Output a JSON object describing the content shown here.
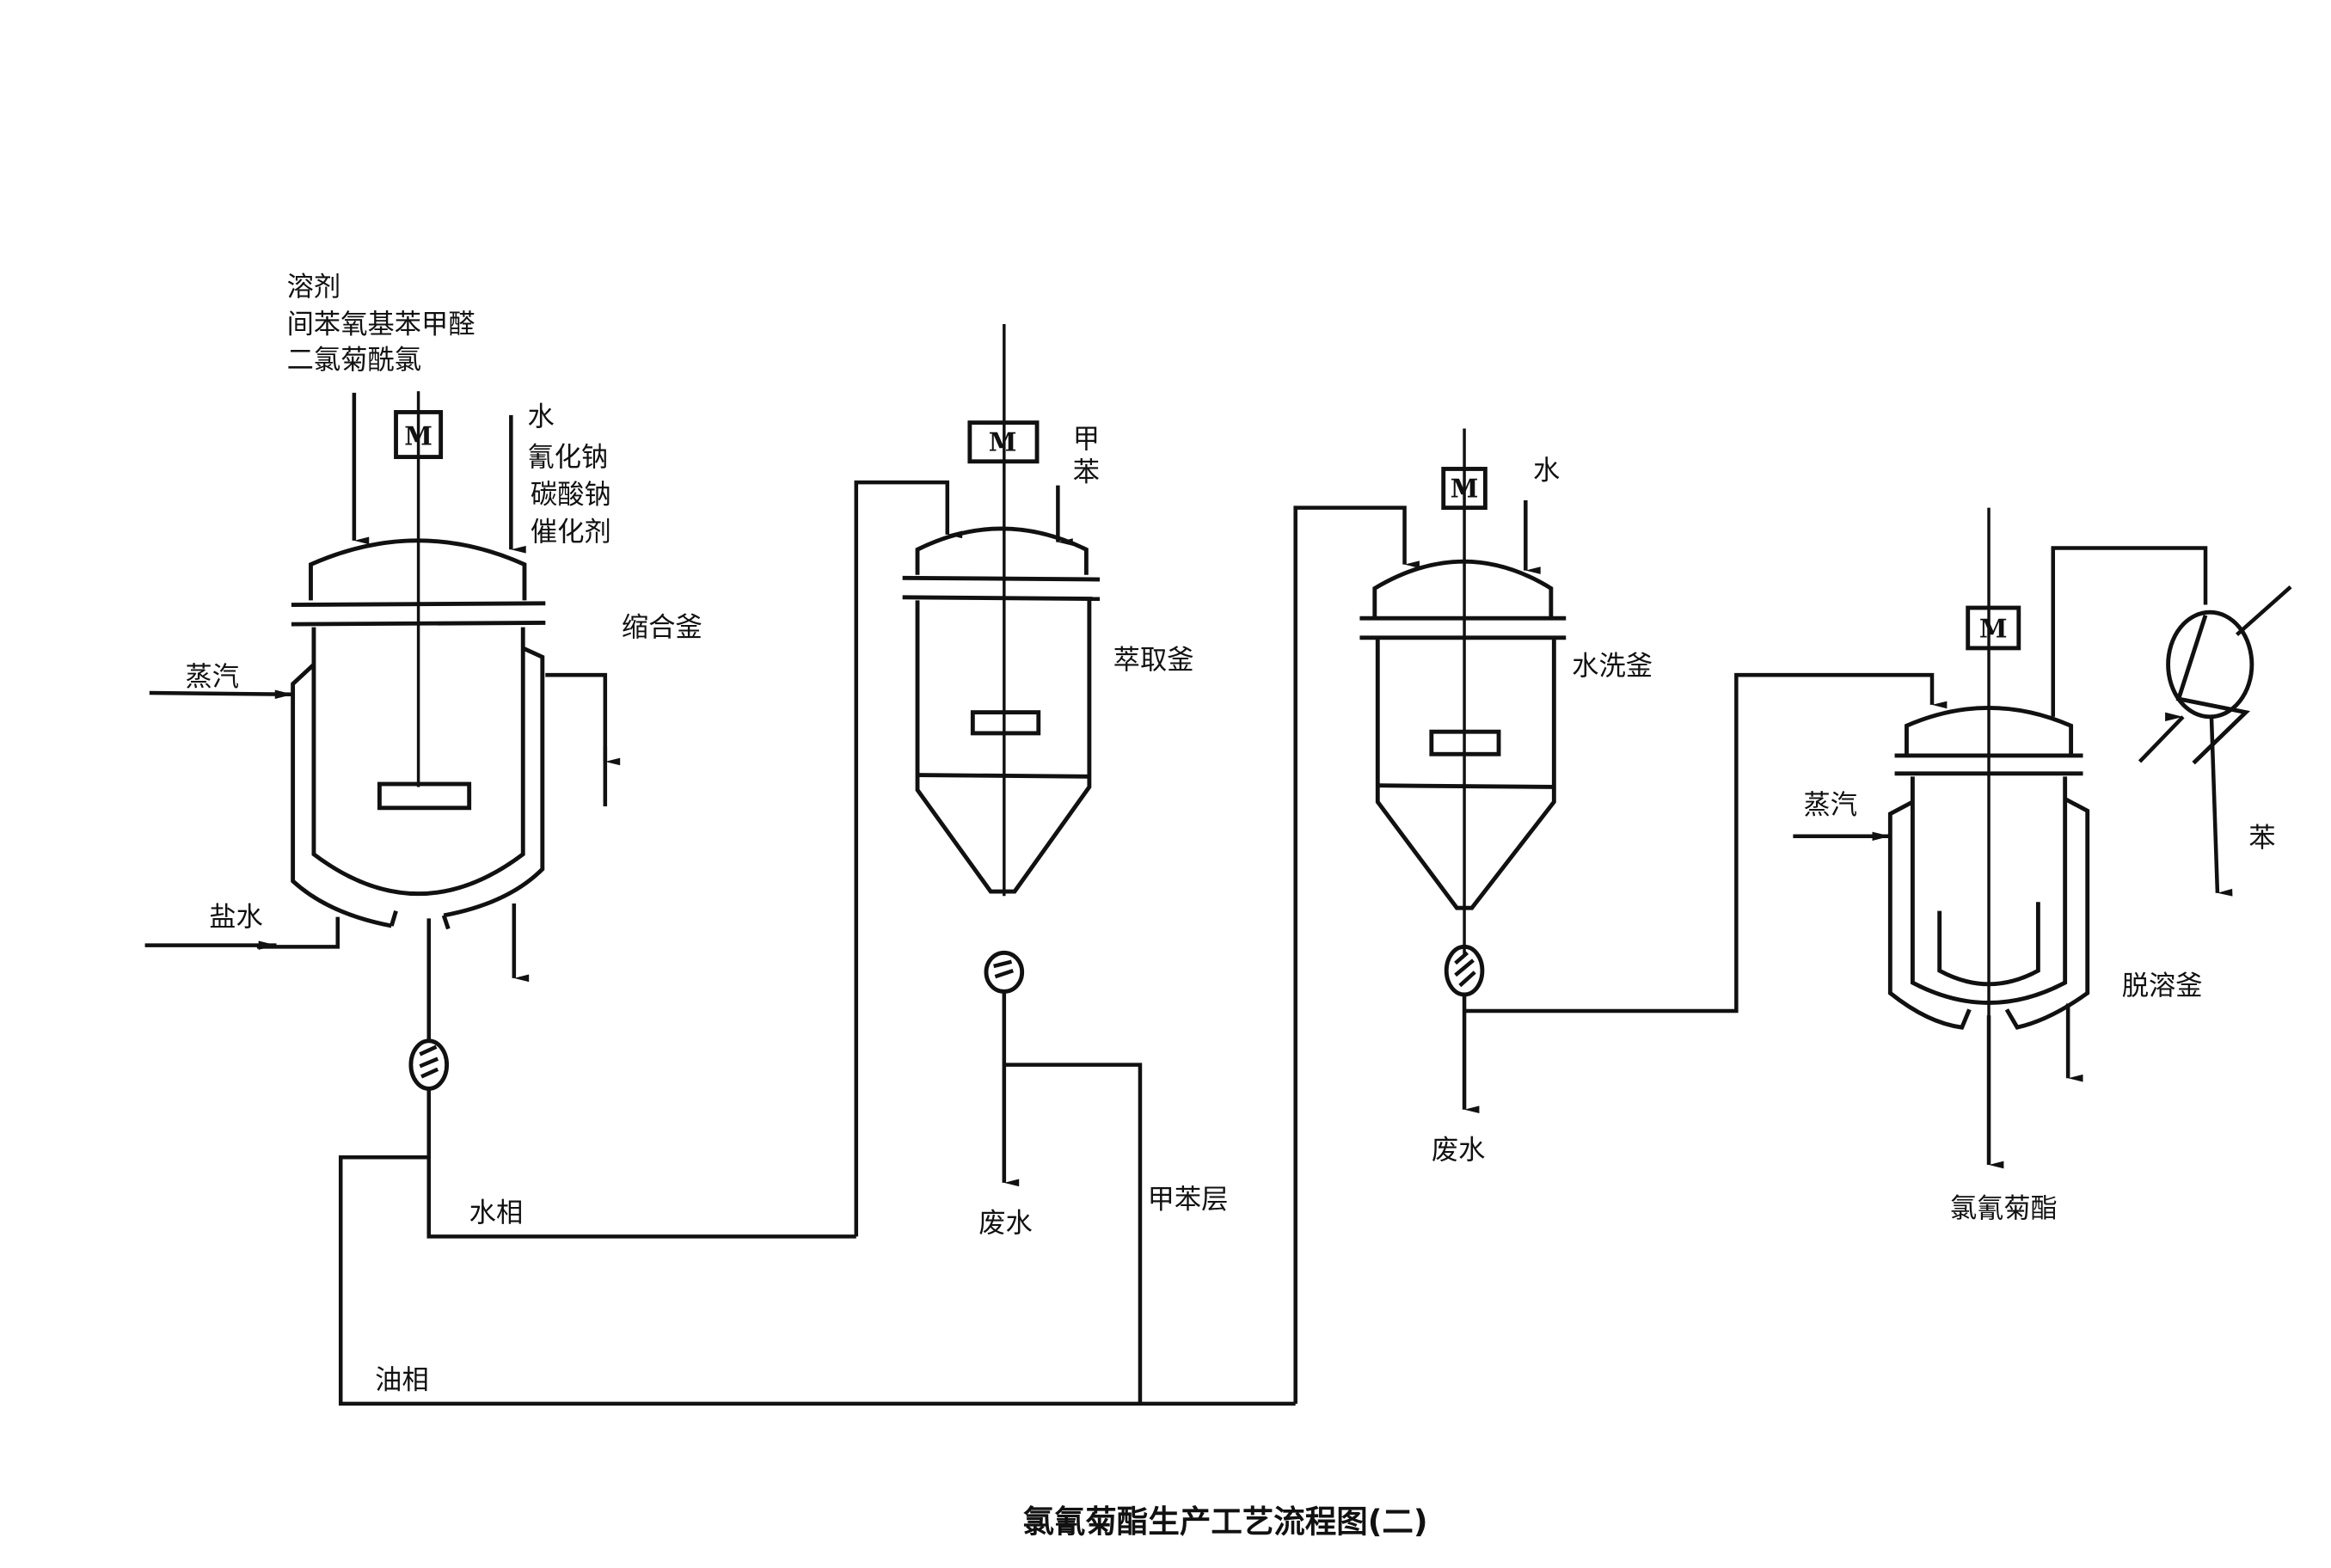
{
  "title": "氯氰菊酯生产工艺流程图(二)",
  "colors": {
    "line": "#111111",
    "background": "#ffffff"
  },
  "equipment": {
    "condensation_kettle": {
      "name": "缩合釜",
      "motor": "M",
      "feed_left": [
        "溶剂",
        "间苯氧基苯甲醛",
        "二氯菊酰氯"
      ],
      "feed_right": [
        "水",
        "氰化钠",
        "碳酸钠",
        "催化剂"
      ],
      "jacket_in_top": "蒸汽",
      "jacket_in_bottom": "盐水"
    },
    "extraction_kettle": {
      "name": "萃取釜",
      "motor": "M",
      "feed_right": "甲苯",
      "outlet": "废水"
    },
    "washing_kettle": {
      "name": "水洗釜",
      "motor": "M",
      "feed_right": "水",
      "outlet": "废水"
    },
    "desolvent_kettle": {
      "name": "脱溶釜",
      "motor": "M",
      "jacket_in": "蒸汽",
      "condenser_outlet": "苯",
      "product": "氯氰菊酯"
    }
  },
  "streams": {
    "aqueous_phase": "水相",
    "oil_phase": "油相",
    "toluene_layer": "甲苯层"
  }
}
